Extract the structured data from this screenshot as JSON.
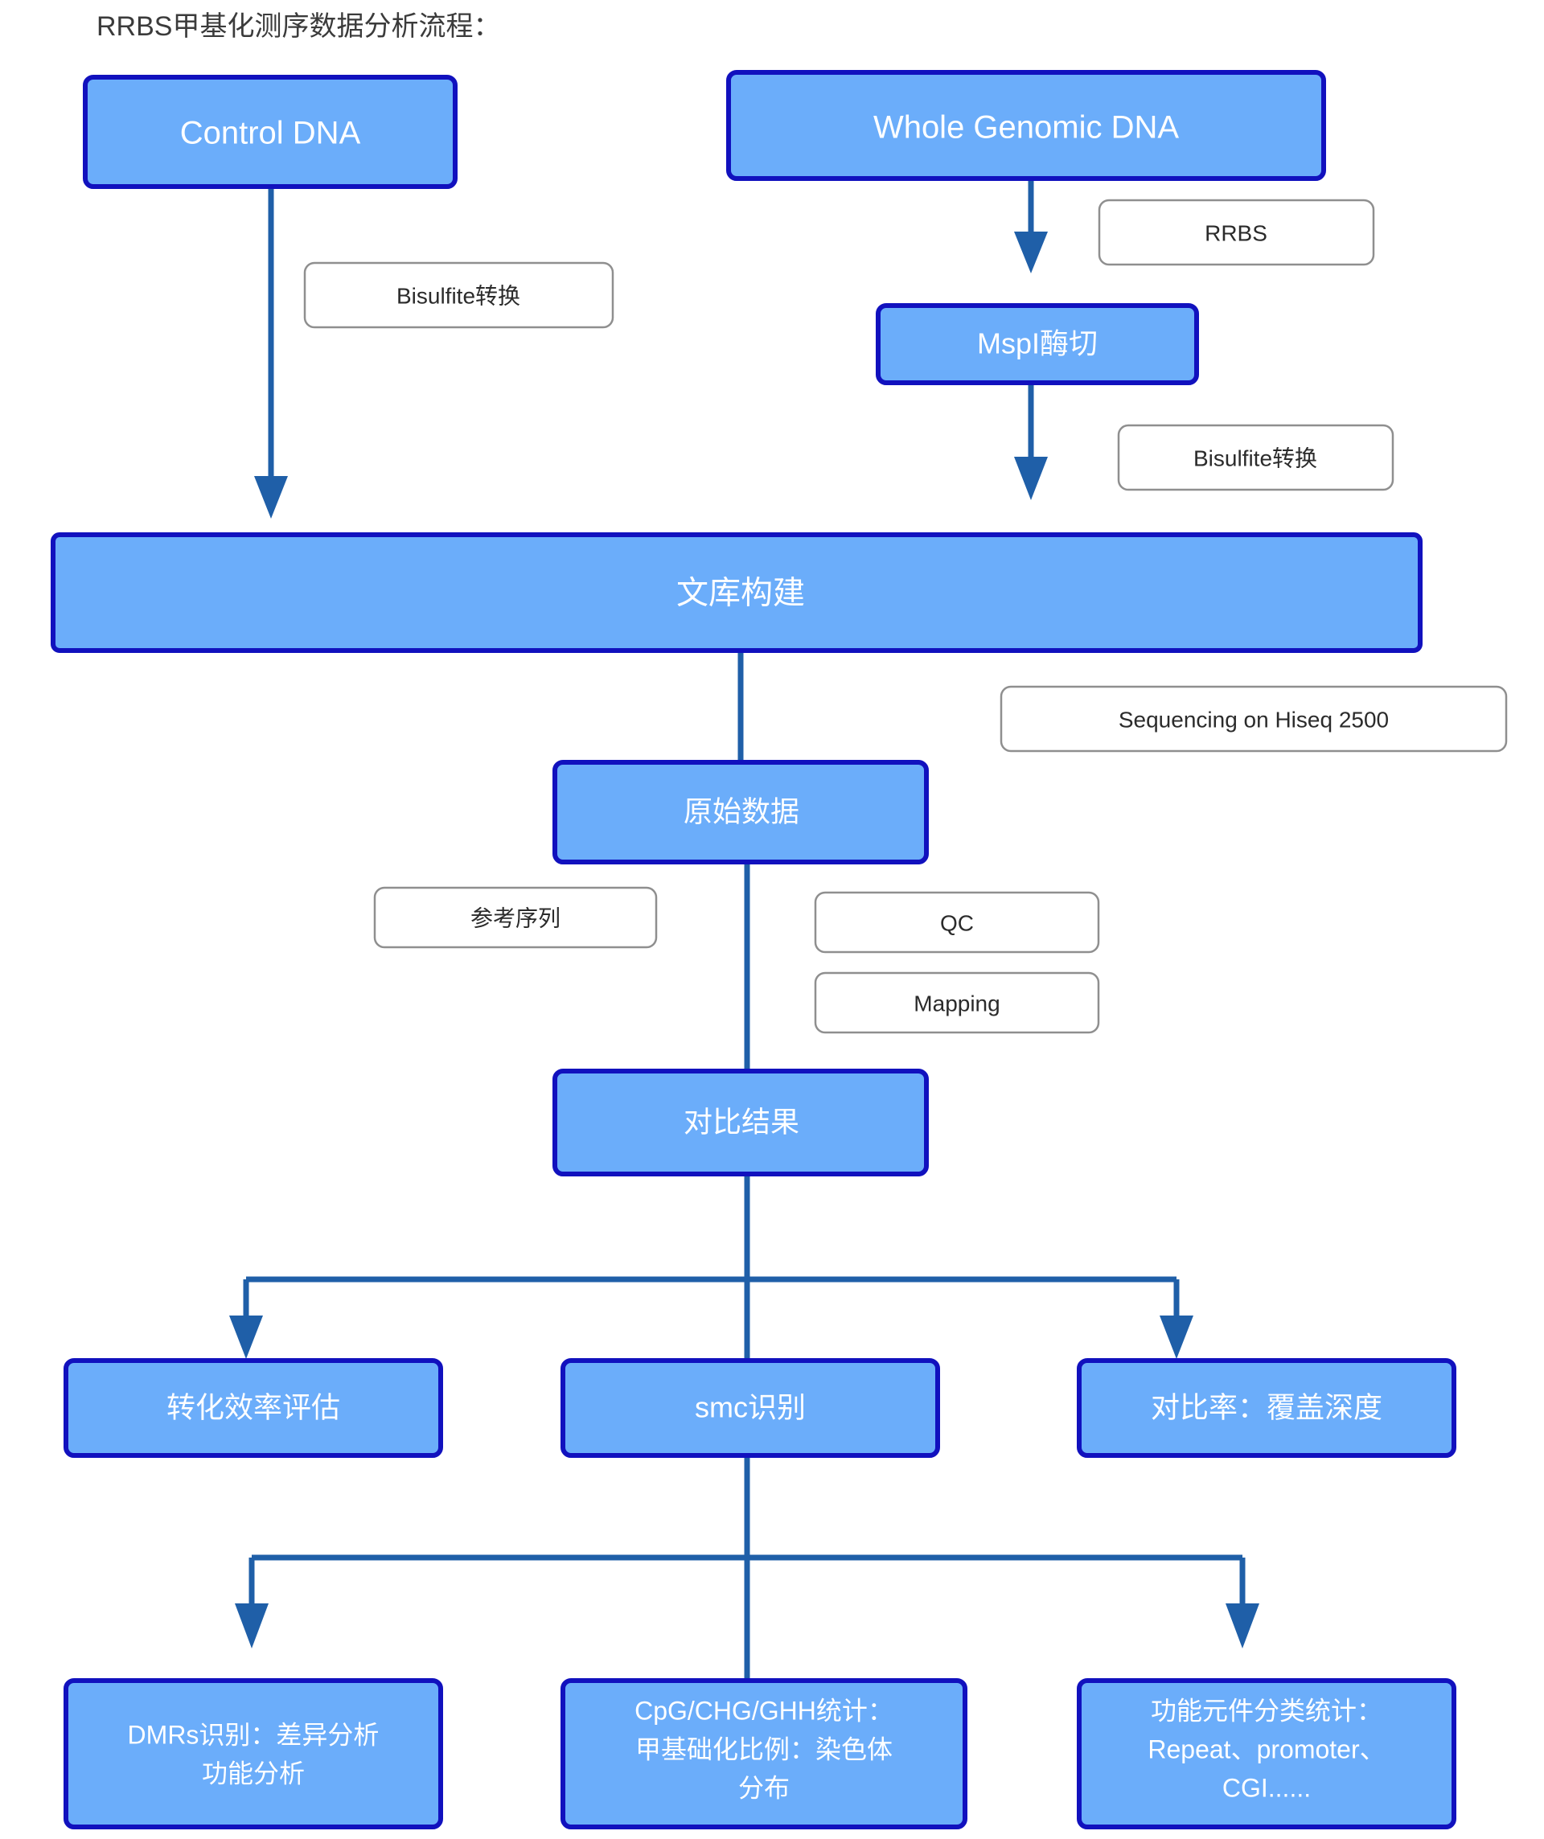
{
  "title": "RRBS甲基化测序数据分析流程：",
  "colors": {
    "box_fill": "#6BADFA",
    "box_border": "#1111BE",
    "connector": "#1F5FA8",
    "note_border": "#8F8F8F",
    "box_text": "#FFFFFF",
    "title_text": "#3B3B3B"
  },
  "nodes": {
    "control_dna": "Control DNA",
    "whole_genomic_dna": "Whole Genomic DNA",
    "mspi": "MspI酶切",
    "library": "文库构建",
    "raw_data": "原始数据",
    "align_result": "对比结果",
    "conv_eff": "转化效率评估",
    "smc": "smc识别",
    "map_rate": "对比率：覆盖深度",
    "dmrs_line1": "DMRs识别：差异分析",
    "dmrs_line2": "功能分析",
    "cpg_line1": "CpG/CHG/GHH统计：",
    "cpg_line2": "甲基础化比例：染色体",
    "cpg_line3": "分布",
    "func_line1": "功能元件分类统计：",
    "func_line2": "Repeat、promoter、",
    "func_line3": "CGI......"
  },
  "notes": {
    "bisulfite_left": "Bisulfite转换",
    "rrbs": "RRBS",
    "bisulfite_right": "Bisulfite转换",
    "sequencing": "Sequencing on Hiseq 2500",
    "reference": "参考序列",
    "qc": "QC",
    "mapping": "Mapping"
  }
}
